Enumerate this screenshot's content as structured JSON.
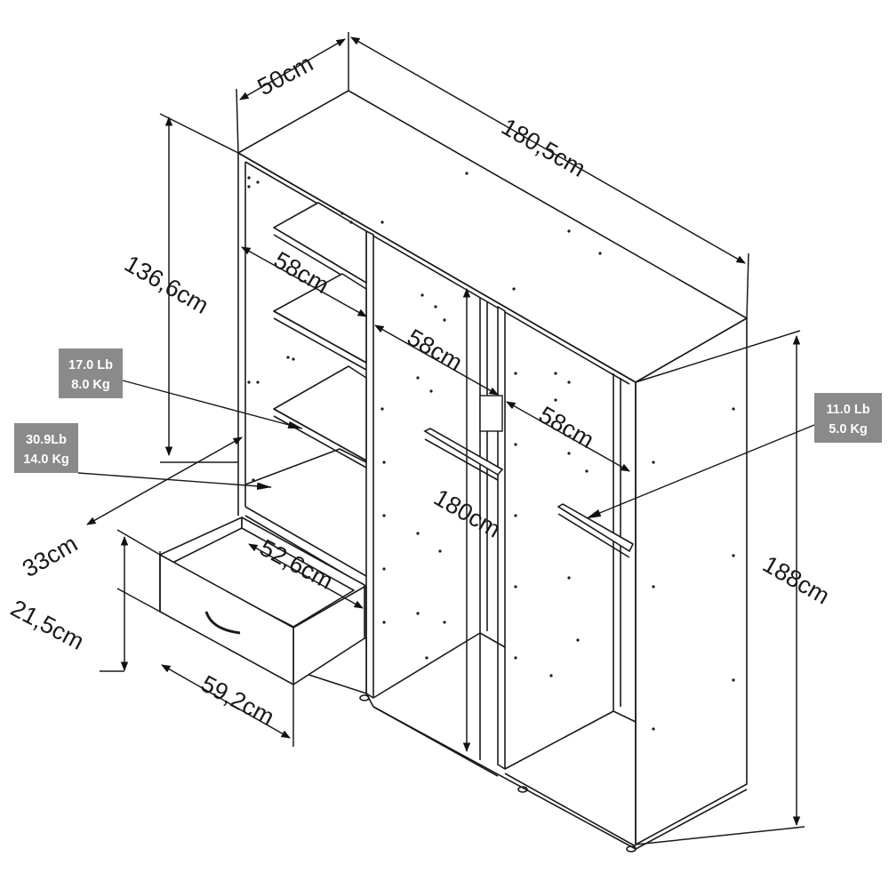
{
  "dimensions": {
    "depth": "50cm",
    "width": "180,5cm",
    "shelf_height": "136,6cm",
    "shelf_width_left": "58cm",
    "shelf_width_middle": "58cm",
    "shelf_width_right": "58cm",
    "hanging_height": "180cm",
    "total_height": "188cm",
    "drawer_depth": "52,6cm",
    "drawer_width": "59,2cm",
    "drawer_height": "21,5cm",
    "drawer_base_height": "33cm"
  },
  "load_tags": {
    "shelf": {
      "line1": "17.0 Lb",
      "line2": "8.0 Kg"
    },
    "drawer": {
      "line1": "30.9Lb",
      "line2": "14.0 Kg"
    },
    "rail": {
      "line1": "11.0 Lb",
      "line2": "5.0 Kg"
    }
  }
}
